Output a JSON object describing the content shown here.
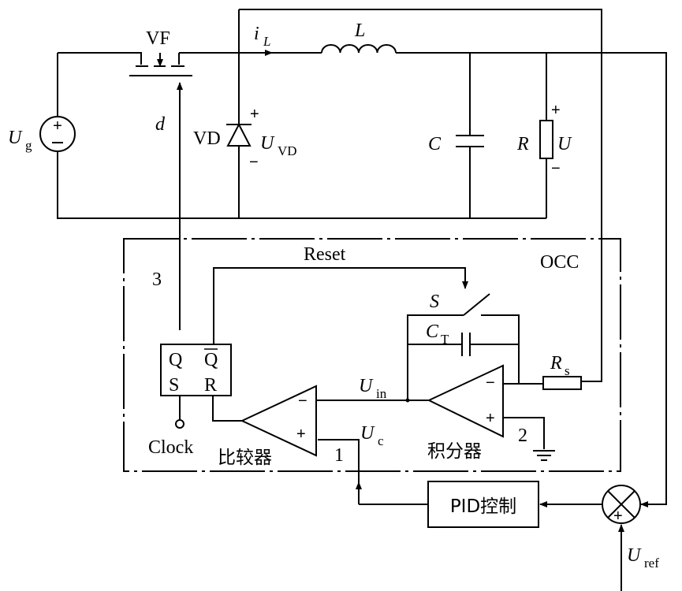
{
  "labels": {
    "vf": "VF",
    "il_main": "i",
    "il_sub": "L",
    "inductor": "L",
    "ug_main": "U",
    "ug_sub": "g",
    "d": "d",
    "vd": "VD",
    "uvd_main": "U",
    "uvd_sub": "VD",
    "plus": "+",
    "minus": "−",
    "capacitor": "C",
    "resistor": "R",
    "u_out": "U",
    "reset": "Reset",
    "occ": "OCC",
    "node3": "3",
    "switch_s": "S",
    "ct_main": "C",
    "ct_sub": "T",
    "rs_main": "R",
    "rs_sub": "s",
    "uin_main": "U",
    "uin_sub": "in",
    "uc_main": "U",
    "uc_sub": "c",
    "ff_q": "Q",
    "ff_qbar": "Q",
    "ff_s": "S",
    "ff_r": "R",
    "clock": "Clock",
    "comparator": "比较器",
    "node1": "1",
    "integrator": "积分器",
    "node2": "2",
    "pid": "PID控制",
    "uref_main": "U",
    "uref_sub": "ref"
  }
}
